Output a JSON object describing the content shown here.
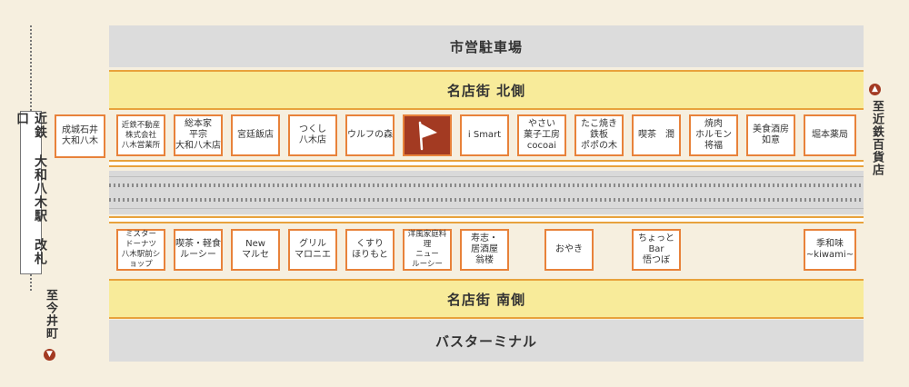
{
  "bands": {
    "parking": "市営駐車場",
    "north": "名店街 北側",
    "south": "名店街 南側",
    "bus": "バスターミナル"
  },
  "station": {
    "label": "近鉄 大和八木駅 改札口"
  },
  "directions": {
    "imai": "至今井町",
    "depart": "至近鉄百貨店"
  },
  "outside_shop": "成城石井\n大和八木",
  "north_shops": [
    "近鉄不動産\n株式会社\n八木営業所",
    "総本家\n平宗\n大和八木店",
    "宮廷飯店",
    "つくし\n八木店",
    "ウルフの森",
    "",
    "i Smart",
    "やさい\n菓子工房\ncocoai",
    "たこ焼き\n鉄板\nポポの木",
    "喫茶　潤",
    "焼肉\nホルモン\n将福",
    "美食酒房\n如意",
    "堀本薬局"
  ],
  "south_shops": [
    "ミスター\nドーナツ\n八木駅前ショップ",
    "喫茶・軽食\nルーシー",
    "New\nマルセ",
    "グリル\nマロニエ",
    "くすり\nほりもと",
    "洋風家庭料理\nニュー\nルーシー",
    "寿志・\n居酒屋\n翁楼",
    "おやき",
    "ちょっと\nBar\n悟つぼ",
    "季和味\n~kiwami~"
  ],
  "colors": {
    "border": "#e8823a",
    "highlight": "#a33a22",
    "yellow": "#f8eb9a",
    "gray": "#dcdcdc"
  }
}
